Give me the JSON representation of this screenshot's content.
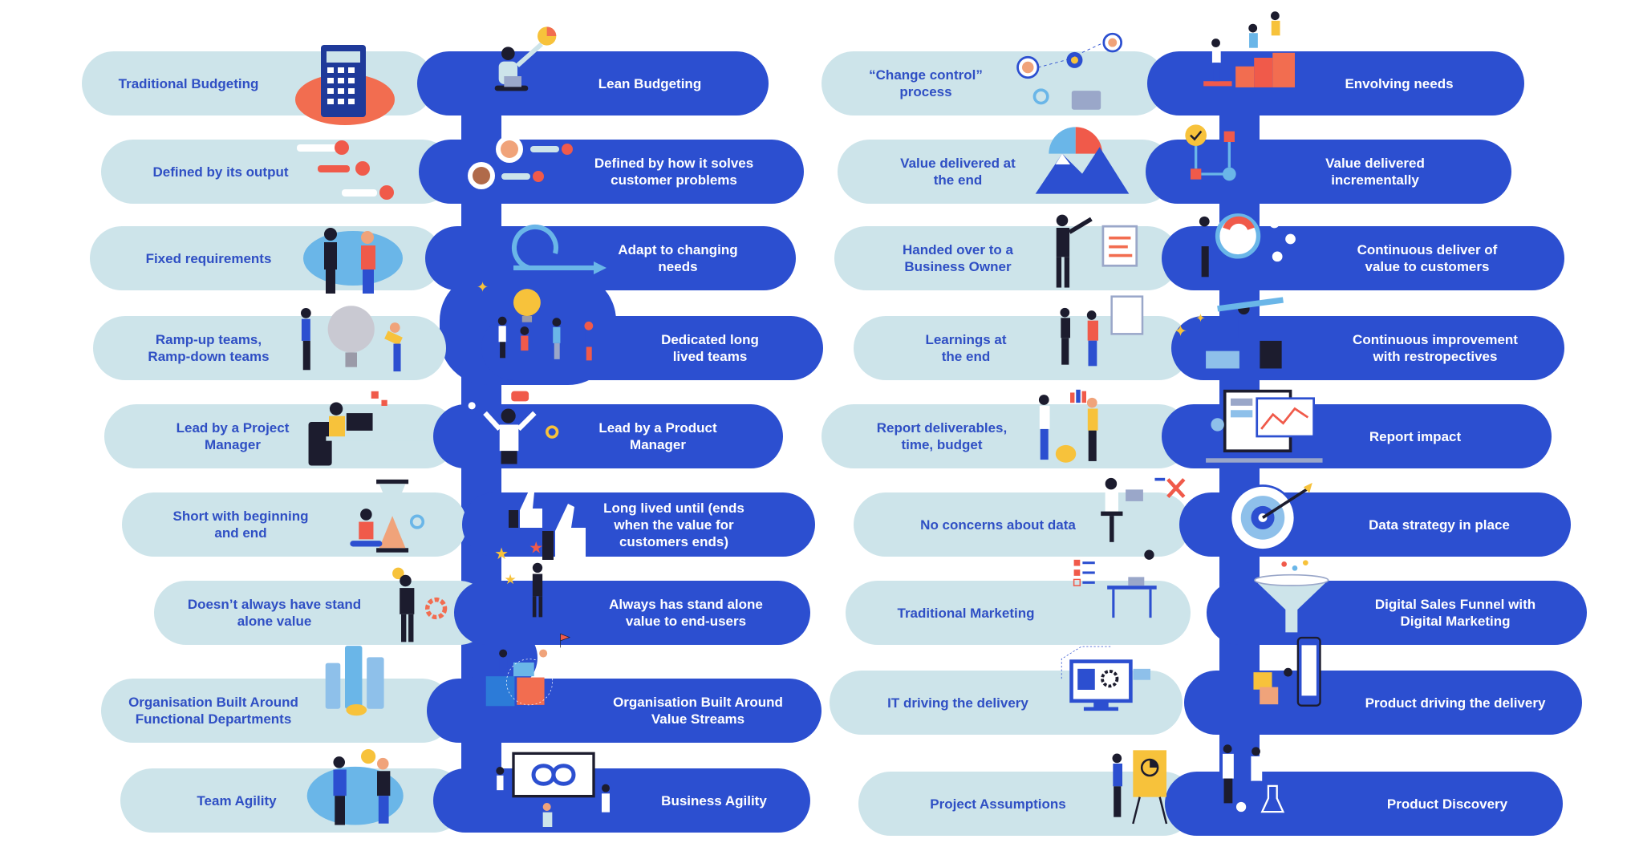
{
  "left_column": [
    {
      "old": "Traditional Budgeting",
      "new": "Lean Budgeting",
      "old_illustration": "calculator-icon",
      "new_illustration": "person-laptop-chart-icon"
    },
    {
      "old": "Defined by its output",
      "new": "Defined by how it solves\ncustomer problems",
      "old_illustration": "checklist-icon",
      "new_illustration": "customer-check-icon"
    },
    {
      "old": "Fixed requirements",
      "new": "Adapt to changing\nneeds",
      "old_illustration": "two-people-talking-icon",
      "new_illustration": "loop-arrow-icon"
    },
    {
      "old": "Ramp-up teams,\nRamp-down teams",
      "new": "Dedicated long\nlived teams",
      "old_illustration": "people-pushing-bulb-icon",
      "new_illustration": "team-lightbulb-icon"
    },
    {
      "old": "Lead by a Project\nManager",
      "new": "Lead by a Product\nManager",
      "old_illustration": "person-at-desk-icon",
      "new_illustration": "person-ideas-icon"
    },
    {
      "old": "Short with beginning\nand end",
      "new": "Long lived until (ends\nwhen the value for\ncustomers ends)",
      "old_illustration": "hourglass-icon",
      "new_illustration": "thumbs-up-icon"
    },
    {
      "old": "Doesn’t always have stand\nalone value",
      "new": "Always has stand alone\nvalue to end-users",
      "old_illustration": "person-gear-icon",
      "new_illustration": "person-stars-icon"
    },
    {
      "old": "Organisation Built Around\nFunctional Departments",
      "new": "Organisation Built Around\nValue Streams",
      "old_illustration": "coin-towers-icon",
      "new_illustration": "people-boxes-flag-icon"
    },
    {
      "old": "Team Agility",
      "new": "Business Agility",
      "old_illustration": "two-people-bulb-icon",
      "new_illustration": "infinity-screen-icon"
    }
  ],
  "right_column": [
    {
      "old": "“Change control”\nprocess",
      "new": "Envolving needs",
      "old_illustration": "network-people-icon",
      "new_illustration": "people-climbing-steps-icon"
    },
    {
      "old": "Value delivered at\nthe end",
      "new": "Value delivered\nincrementally",
      "old_illustration": "mountain-chart-icon",
      "new_illustration": "flow-diagram-icon"
    },
    {
      "old": "Handed over to a\nBusiness Owner",
      "new": "Continuous deliver of\nvalue to customers",
      "old_illustration": "presenter-board-icon",
      "new_illustration": "magnet-people-icon"
    },
    {
      "old": "Learnings at\nthe end",
      "new": "Continuous improvement\nwith restropectives",
      "old_illustration": "people-whiteboard-icon",
      "new_illustration": "person-pencil-icon"
    },
    {
      "old": "Report deliverables,\ntime, budget",
      "new": "Report impact",
      "old_illustration": "people-money-icon",
      "new_illustration": "dashboard-screen-icon"
    },
    {
      "old": "No concerns about data",
      "new": "Data strategy in place",
      "old_illustration": "person-desk-cross-icon",
      "new_illustration": "target-arrow-icon"
    },
    {
      "old": "Traditional Marketing",
      "new": "Digital Sales Funnel with\nDigital Marketing",
      "old_illustration": "person-checklist-desk-icon",
      "new_illustration": "funnel-icon"
    },
    {
      "old": "IT driving the delivery",
      "new": "Product driving the delivery",
      "old_illustration": "monitor-gears-icon",
      "new_illustration": "phone-boxes-icon"
    },
    {
      "old": "Project Assumptions",
      "new": "Product Discovery",
      "old_illustration": "person-chart-board-icon",
      "new_illustration": "lab-people-icon"
    }
  ],
  "colors": {
    "primary_blue": "#2c4fd0",
    "light_teal": "#cde4ea",
    "text_blue": "#2f4fc4",
    "accent_red": "#f05a4a",
    "accent_yellow": "#f7c23b"
  }
}
